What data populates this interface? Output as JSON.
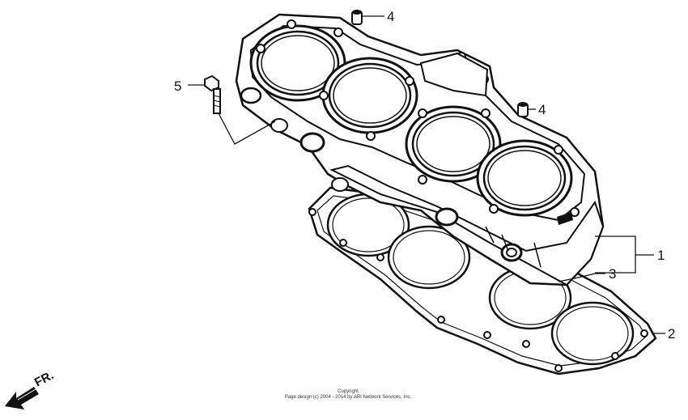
{
  "callouts": {
    "part_1": "1",
    "part_2": "2",
    "part_3": "3",
    "part_4_top": "4",
    "part_4_mid": "4",
    "part_5": "5"
  },
  "orientation": {
    "label": "FR."
  },
  "copyright": {
    "line1": "Copyright",
    "line2": "Page design (c) 2004 - 2014 by ARI Network Services, Inc."
  }
}
